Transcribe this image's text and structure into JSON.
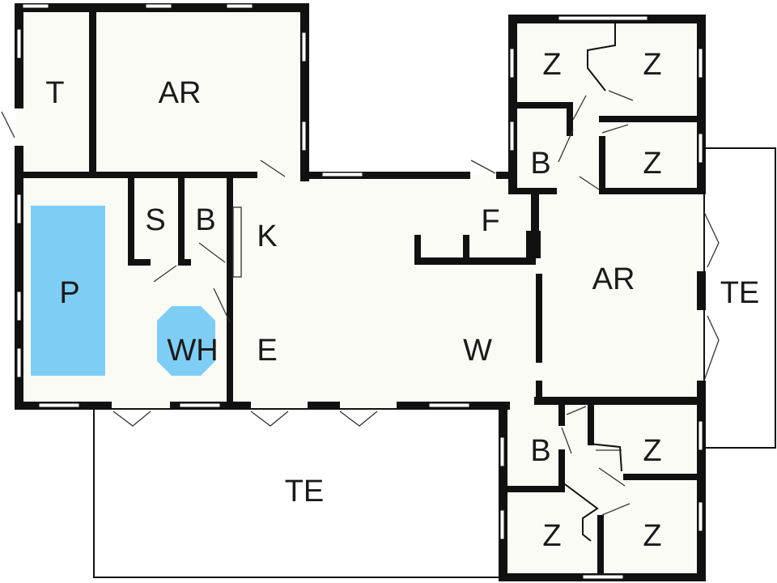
{
  "colors": {
    "floor": "#fbfbf5",
    "terrace": "#ffffff",
    "wall": "#111111",
    "pool": "#7fcdf5",
    "whirlpool": "#7fcdf5"
  },
  "rooms": {
    "t": "T",
    "ar_top": "AR",
    "s": "S",
    "b_left": "B",
    "k": "K",
    "p": "P",
    "wh": "WH",
    "e": "E",
    "w": "W",
    "f": "F",
    "ar_right": "AR",
    "te_right": "TE",
    "te_bottom": "TE",
    "z_top_left": "Z",
    "z_top_right": "Z",
    "b_top": "B",
    "z_top_mid": "Z",
    "b_bottom": "B",
    "z_bottom_right_a": "Z",
    "z_bottom_left": "Z",
    "z_bottom_right_b": "Z"
  }
}
